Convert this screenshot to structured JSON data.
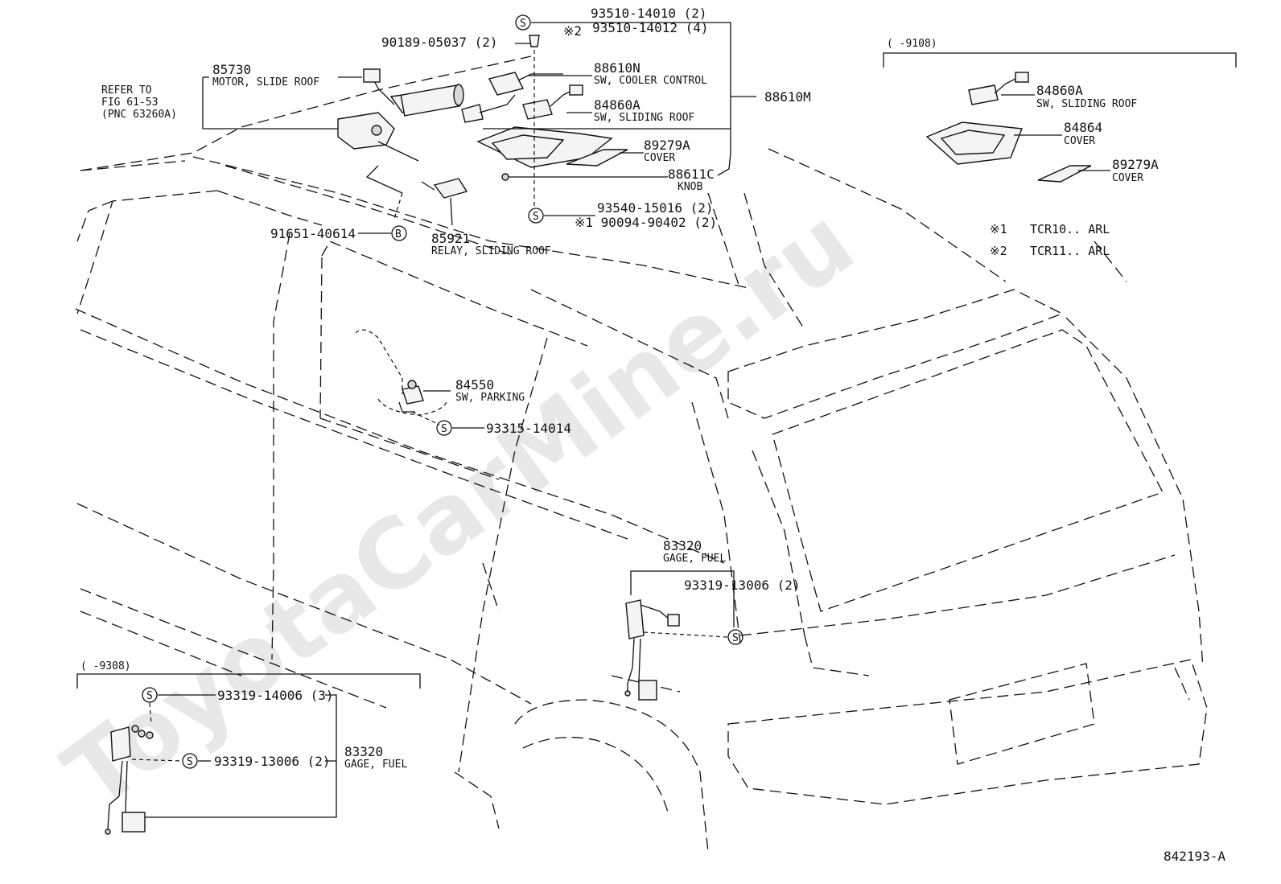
{
  "watermark": "ToyotaCarMine.ru",
  "diagram_code": "842193-A",
  "notes": {
    "n1_mark": "※1",
    "n1_text": "TCR10.. ARL",
    "n2_mark": "※2",
    "n2_text": "TCR11.. ARL"
  },
  "refer": {
    "line1": "REFER TO",
    "line2": "FIG 61-53",
    "line3": "(PNC 63260A)"
  },
  "ranges": {
    "top_right": "(      -9108)",
    "bottom_left": "(      -9308)"
  },
  "markers": {
    "s": "S",
    "b": "B",
    "mark2": "※2"
  },
  "parts": {
    "p85730": {
      "num": "85730",
      "name": "MOTOR, SLIDE ROOF"
    },
    "p88610N": {
      "num": "88610N",
      "name": "SW, COOLER CONTROL"
    },
    "p84860A": {
      "num": "84860A",
      "name": "SW, SLIDING ROOF"
    },
    "p89279A": {
      "num": "89279A",
      "name": "COVER"
    },
    "p88611C": {
      "num": "88611C",
      "name": "KNOB"
    },
    "p88610M": {
      "num": "88610M"
    },
    "p85921": {
      "num": "85921",
      "name": "RELAY, SLIDING ROOF"
    },
    "p84550": {
      "num": "84550",
      "name": "SW, PARKING"
    },
    "p83320": {
      "num": "83320",
      "name": "GAGE, FUEL"
    },
    "r84860A": {
      "num": "84860A",
      "name": "SW, SLIDING ROOF"
    },
    "r84864": {
      "num": "84864",
      "name": "COVER"
    },
    "r89279A": {
      "num": "89279A",
      "name": "COVER"
    },
    "b83320": {
      "num": "83320",
      "name": "GAGE, FUEL"
    }
  },
  "fasteners": {
    "f93510_14010": "93510-14010 (2)",
    "f93510_14012": "93510-14012 (4)",
    "f90189_05037": "90189-05037 (2)",
    "f93540_15016": "93540-15016 (2)",
    "f90094_90402": "※1 90094-90402 (2)",
    "f91651_40614": "91651-40614",
    "f93315_14014": "93315-14014",
    "f93319_13006": "93319-13006 (2)",
    "b93319_14006": "93319-14006 (3)",
    "b93319_13006": "93319-13006 (2)"
  }
}
